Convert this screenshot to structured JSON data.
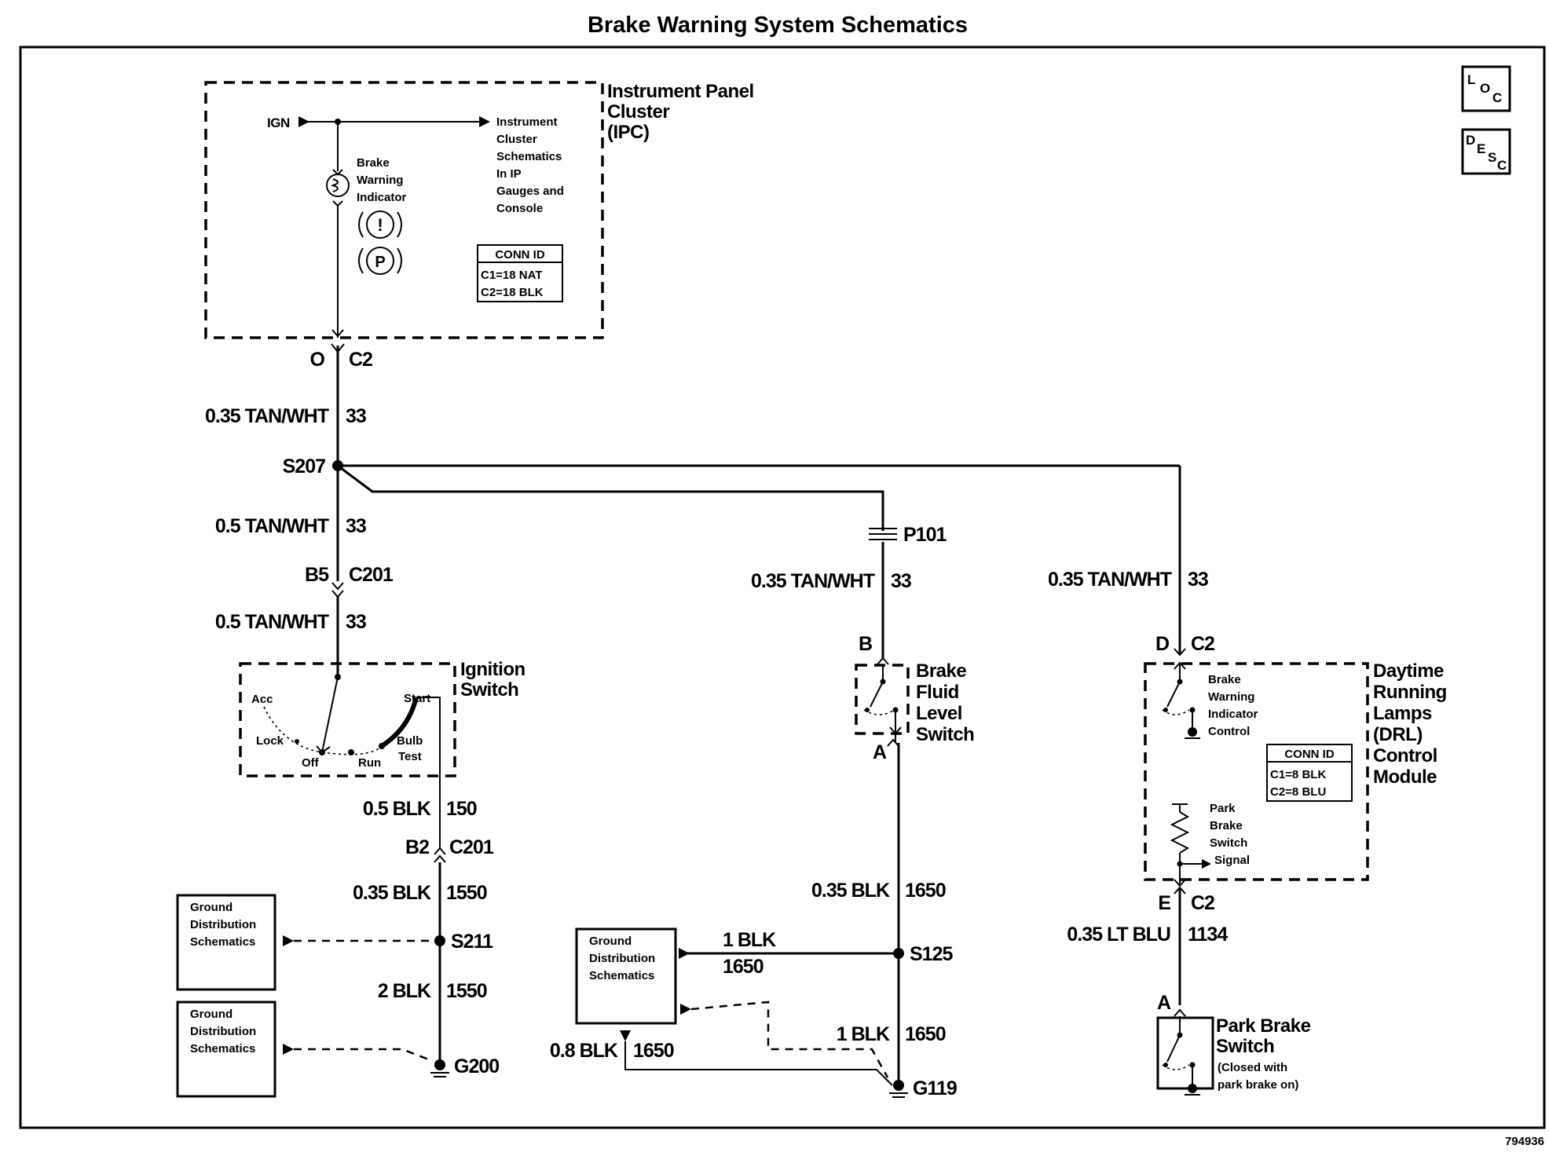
{
  "title": "Brake Warning System Schematics",
  "nav_icons": {
    "loc": {
      "a": "L",
      "b": "O",
      "c": "C"
    },
    "desc": {
      "a": "D",
      "b": "E",
      "c": "S",
      "d": "C"
    }
  },
  "ipc": {
    "name_1": "Instrument Panel",
    "name_2": "Cluster",
    "name_3": "(IPC)",
    "ign": "IGN",
    "indicator_1": "Brake",
    "indicator_2": "Warning",
    "indicator_3": "Indicator",
    "ref_1": "Instrument",
    "ref_2": "Cluster",
    "ref_3": "Schematics",
    "ref_4": "In IP",
    "ref_5": "Gauges and",
    "ref_6": "Console",
    "conn_title": "CONN ID",
    "conn_1": "C1=18 NAT",
    "conn_2": "C2=18 BLK",
    "pin": "O",
    "connector": "C2"
  },
  "main_wire": {
    "w1_gauge": "0.35 TAN/WHT",
    "w1_circuit": "33",
    "splice": "S207",
    "w2_gauge": "0.5 TAN/WHT",
    "w2_circuit": "33",
    "c201_pin": "B5",
    "c201": "C201",
    "w3_gauge": "0.5 TAN/WHT",
    "w3_circuit": "33"
  },
  "ignition": {
    "name_1": "Ignition",
    "name_2": "Switch",
    "acc": "Acc",
    "lock": "Lock",
    "off": "Off",
    "run": "Run",
    "start": "Start",
    "bulb_1": "Bulb",
    "bulb_2": "Test",
    "w_gauge": "0.5 BLK",
    "w_circuit": "150",
    "c201_pin": "B2",
    "c201": "C201",
    "w2_gauge": "0.35 BLK",
    "w2_circuit": "1550",
    "splice": "S211",
    "w3_gauge": "2 BLK",
    "w3_circuit": "1550",
    "ground": "G200"
  },
  "ground_boxes": {
    "line_1": "Ground",
    "line_2": "Distribution",
    "line_3": "Schematics"
  },
  "brake_fluid": {
    "p101": "P101",
    "w_gauge": "0.35 TAN/WHT",
    "w_circuit": "33",
    "pin_b": "B",
    "pin_a": "A",
    "name_1": "Brake",
    "name_2": "Fluid",
    "name_3": "Level",
    "name_4": "Switch",
    "w2_gauge": "0.35 BLK",
    "w2_circuit": "1650",
    "splice": "S125",
    "h_gauge": "1 BLK",
    "h_circuit": "1650",
    "w3_gauge": "1 BLK",
    "w3_circuit": "1650",
    "w4_gauge": "0.8 BLK",
    "w4_circuit": "1650",
    "ground": "G119"
  },
  "drl": {
    "w_gauge": "0.35 TAN/WHT",
    "w_circuit": "33",
    "pin_d": "D",
    "conn_d": "C2",
    "name_1": "Daytime",
    "name_2": "Running",
    "name_3": "Lamps",
    "name_4": "(DRL)",
    "name_5": "Control",
    "name_6": "Module",
    "ctrl_1": "Brake",
    "ctrl_2": "Warning",
    "ctrl_3": "Indicator",
    "ctrl_4": "Control",
    "conn_title": "CONN ID",
    "conn_1": "C1=8 BLK",
    "conn_2": "C2=8 BLU",
    "sig_1": "Park",
    "sig_2": "Brake",
    "sig_3": "Switch",
    "sig_4": "Signal",
    "pin_e": "E",
    "conn_e": "C2",
    "w2_gauge": "0.35 LT BLU",
    "w2_circuit": "1134"
  },
  "park_brake": {
    "pin": "A",
    "name_1": "Park Brake",
    "name_2": "Switch",
    "note_1": "(Closed with",
    "note_2": "park brake on)"
  },
  "doc_number": "794936"
}
